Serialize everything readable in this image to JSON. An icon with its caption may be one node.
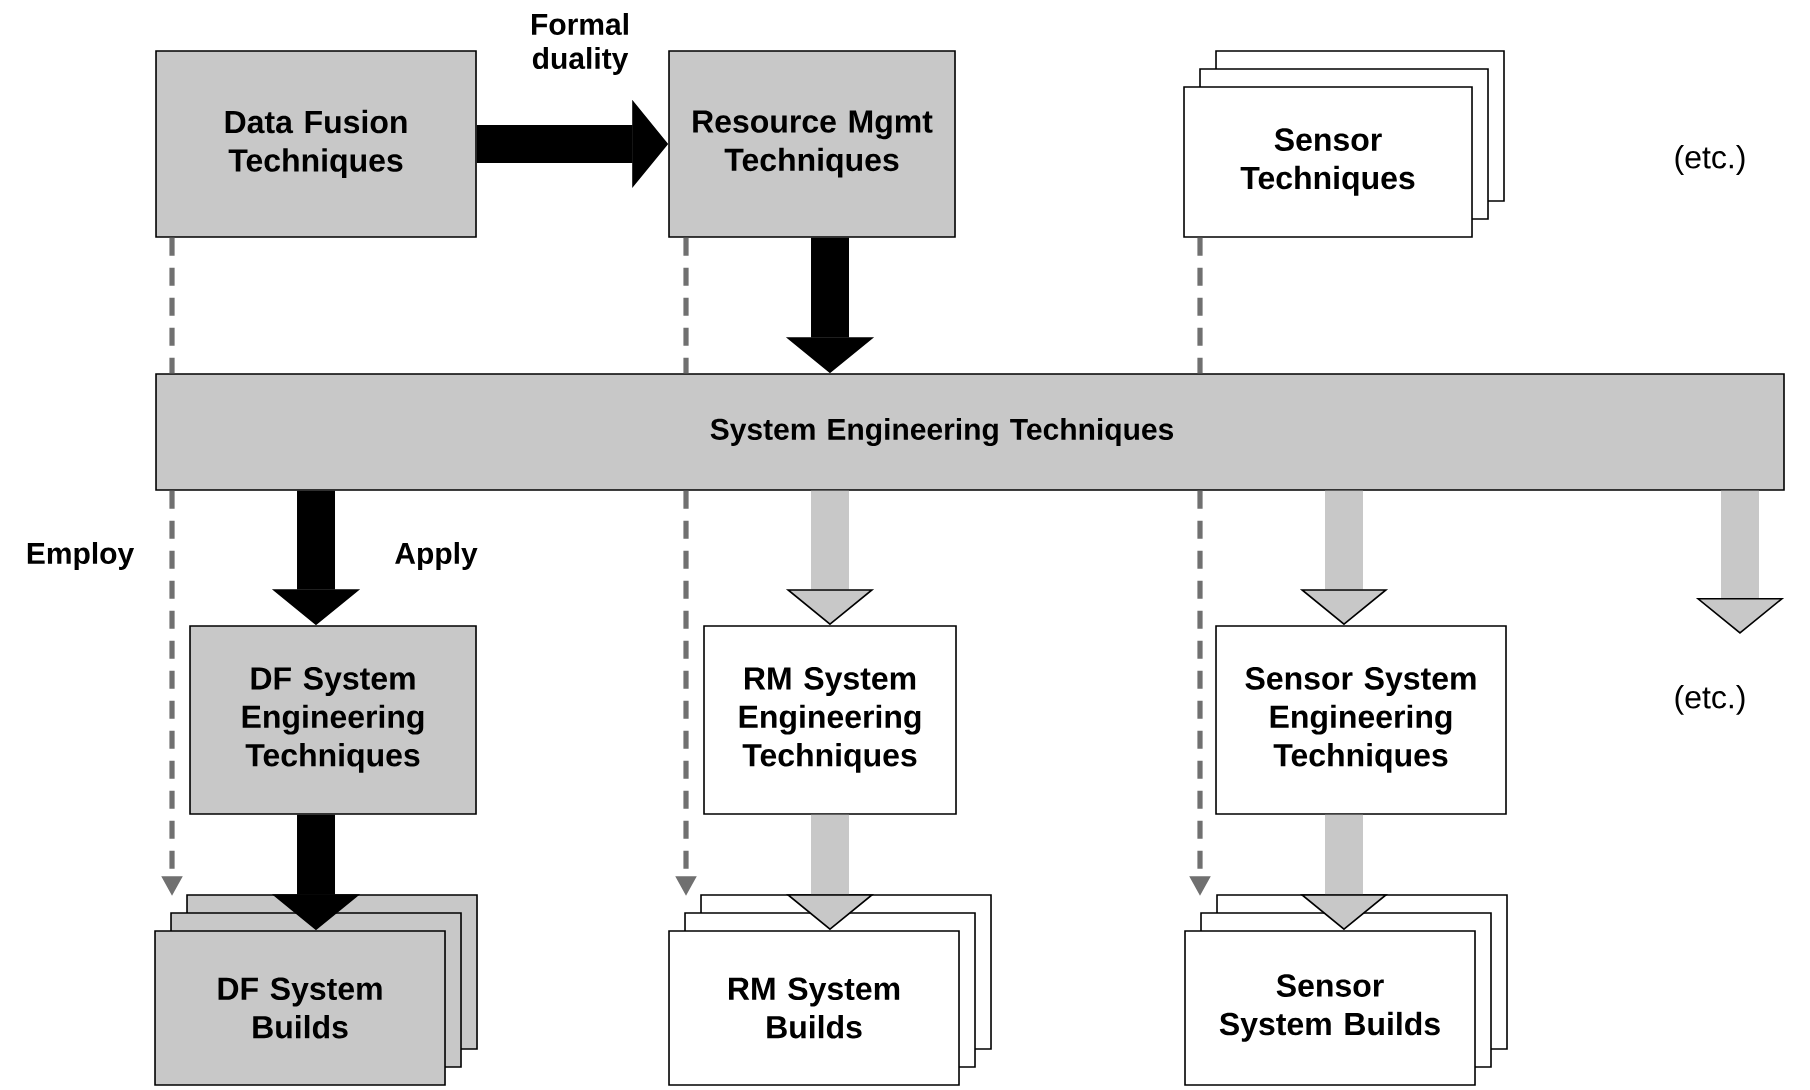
{
  "diagram": {
    "nodes": [
      {
        "text": [
          "Data Fusion Techniques"
        ]
      },
      {
        "text": [
          "Resource Mgmt Techniques"
        ]
      },
      {
        "text": [
          "Sensor Techniques"
        ]
      },
      {
        "text": [
          "System Engineering Techniques"
        ]
      },
      {
        "text": [
          "DF System Engineering Techniques"
        ]
      },
      {
        "text": [
          "RM System Engineering Techniques"
        ]
      },
      {
        "text": [
          "Sensor System Engineering Techniques"
        ]
      },
      {
        "text": [
          "DF System Builds"
        ]
      },
      {
        "text": [
          "RM System Builds"
        ]
      },
      {
        "text": [
          "Sensor System Builds"
        ]
      }
    ],
    "edges": [
      {
        "from": 0,
        "to": 1,
        "arrow": "to",
        "color": "#000000",
        "label": "Formal duality"
      },
      {
        "from": 1,
        "to": 3,
        "arrow": "to",
        "color": "#000000"
      },
      {
        "from": 0,
        "to": 3,
        "arrow": "none",
        "style": "dashed",
        "color": "#707070"
      },
      {
        "from": 3,
        "to": 7,
        "arrow": "to",
        "style": "dashed",
        "color": "#707070",
        "label": "Employ"
      },
      {
        "from": 3,
        "to": 4,
        "arrow": "to",
        "color": "#000000",
        "label": "Apply"
      },
      {
        "from": 1,
        "to": 3,
        "arrow": "none",
        "style": "dashed",
        "color": "#707070"
      },
      {
        "from": 3,
        "to": 8,
        "arrow": "to",
        "style": "dashed",
        "color": "#707070"
      },
      {
        "from": 3,
        "to": 5,
        "arrow": "to",
        "color": "#c8c8c8"
      },
      {
        "from": 2,
        "to": 3,
        "arrow": "none",
        "style": "dashed",
        "color": "#707070"
      },
      {
        "from": 3,
        "to": 9,
        "arrow": "to",
        "style": "dashed",
        "color": "#707070"
      },
      {
        "from": 3,
        "to": 6,
        "arrow": "to",
        "color": "#c8c8c8"
      },
      {
        "from": 3,
        "to": null,
        "arrow": "to",
        "color": "#c8c8c8"
      },
      {
        "from": 4,
        "to": 7,
        "arrow": "to",
        "color": "#000000"
      },
      {
        "from": 5,
        "to": 8,
        "arrow": "to",
        "color": "#c8c8c8"
      },
      {
        "from": 6,
        "to": 9,
        "arrow": "to",
        "color": "#c8c8c8"
      }
    ],
    "labels": [
      "(etc.)",
      "(etc.)"
    ]
  }
}
